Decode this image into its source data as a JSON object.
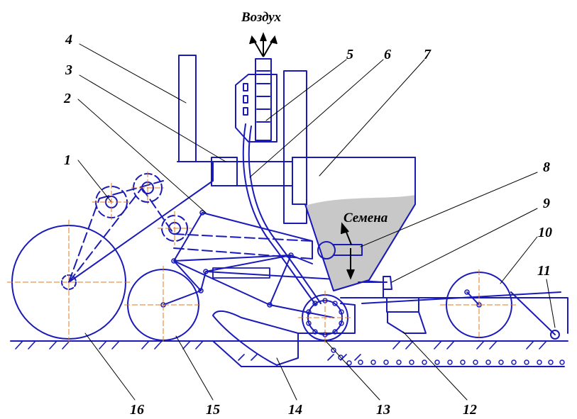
{
  "texts": {
    "air": "Воздух",
    "seeds": "Семена"
  },
  "labels": [
    "1",
    "2",
    "3",
    "4",
    "5",
    "6",
    "7",
    "8",
    "9",
    "10",
    "11",
    "12",
    "13",
    "14",
    "15",
    "16"
  ],
  "colors": {
    "line": "#1a1ab8",
    "center_mark": "#e07820",
    "seed_fill": "#c8c8c8",
    "text": "#000000"
  }
}
